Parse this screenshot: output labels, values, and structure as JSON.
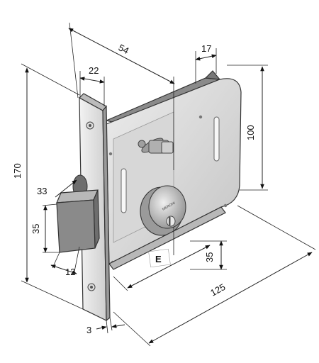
{
  "dimensions": {
    "top_width": "54",
    "faceplate_width": "22",
    "cylinder_offset": "17",
    "case_height": "100",
    "faceplate_height": "170",
    "bolt_throw": "33",
    "bolt_height": "35",
    "bolt_depth": "12",
    "backset": "E",
    "cylinder_height": "35",
    "case_depth": "125",
    "plate_thickness": "3"
  },
  "colors": {
    "metal_light": "#e6e6e6",
    "metal_mid": "#c9c9c9",
    "metal_dark": "#9a9a9a",
    "bolt_front": "#8a8a8a",
    "bolt_top": "#b8b8b8",
    "bolt_side": "#6e6e6e"
  }
}
